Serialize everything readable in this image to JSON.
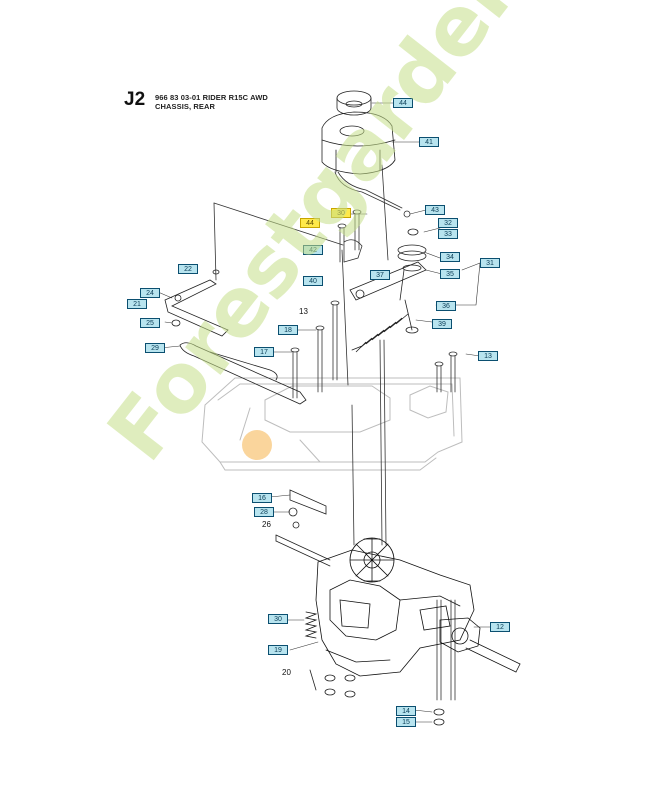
{
  "header": {
    "code": "J2",
    "line1": "966 83 03-01 RIDER R15C AWD",
    "line2": "CHASSIS, REAR"
  },
  "callouts": [
    {
      "id": "c44",
      "label": "44",
      "hl": false
    },
    {
      "id": "c41",
      "label": "41",
      "hl": false
    },
    {
      "id": "c43",
      "label": "43",
      "hl": false
    },
    {
      "id": "c30a",
      "label": "30",
      "hl": true
    },
    {
      "id": "c44b",
      "label": "44",
      "hl": true
    },
    {
      "id": "c32",
      "label": "32",
      "hl": false
    },
    {
      "id": "c33",
      "label": "33",
      "hl": false
    },
    {
      "id": "c42",
      "label": "42",
      "hl": false
    },
    {
      "id": "c34",
      "label": "34",
      "hl": false
    },
    {
      "id": "c31",
      "label": "31",
      "hl": false
    },
    {
      "id": "c22",
      "label": "22",
      "hl": false
    },
    {
      "id": "c37",
      "label": "37",
      "hl": false
    },
    {
      "id": "c35",
      "label": "35",
      "hl": false
    },
    {
      "id": "c40",
      "label": "40",
      "hl": false
    },
    {
      "id": "c24",
      "label": "24",
      "hl": false
    },
    {
      "id": "c21",
      "label": "21",
      "hl": false
    },
    {
      "id": "c36",
      "label": "36",
      "hl": false
    },
    {
      "id": "c25",
      "label": "25",
      "hl": false
    },
    {
      "id": "c39",
      "label": "39",
      "hl": false
    },
    {
      "id": "c18",
      "label": "18",
      "hl": false
    },
    {
      "id": "c29",
      "label": "29",
      "hl": false
    },
    {
      "id": "c17",
      "label": "17",
      "hl": false
    },
    {
      "id": "c13b",
      "label": "13",
      "hl": false
    },
    {
      "id": "c16",
      "label": "16",
      "hl": false
    },
    {
      "id": "c28",
      "label": "28",
      "hl": false
    },
    {
      "id": "c30",
      "label": "30",
      "hl": false
    },
    {
      "id": "c12",
      "label": "12",
      "hl": false
    },
    {
      "id": "c19",
      "label": "19",
      "hl": false
    },
    {
      "id": "c14",
      "label": "14",
      "hl": false
    },
    {
      "id": "c15",
      "label": "15",
      "hl": false
    }
  ],
  "plain_labels": [
    {
      "id": "p13",
      "label": "13"
    },
    {
      "id": "p26",
      "label": "26"
    },
    {
      "id": "p20",
      "label": "20"
    }
  ],
  "watermark": {
    "text": "Forestgarden.com",
    "color_green": "#c6e08a",
    "color_orange": "#f5b24a",
    "color_gray": "#d4ccc2"
  },
  "colors": {
    "callout_fill": "#b8e4ef",
    "callout_border": "#0b4f70",
    "highlight": "#ffe94a"
  }
}
